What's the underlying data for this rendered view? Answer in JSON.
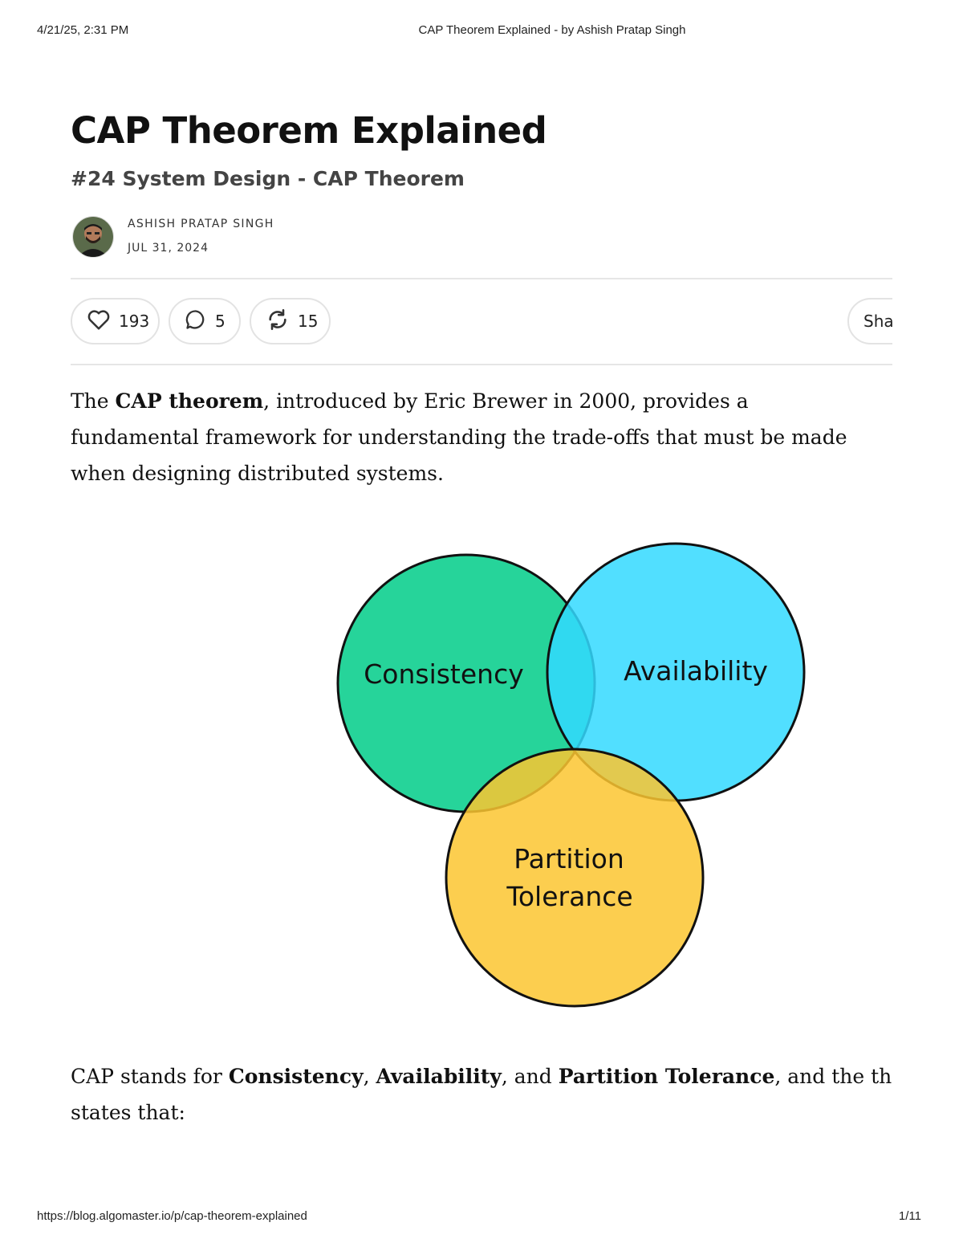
{
  "print_header": {
    "datetime": "4/21/25, 2:31 PM",
    "page_title": "CAP Theorem Explained - by Ashish Pratap Singh"
  },
  "print_footer": {
    "url": "https://blog.algomaster.io/p/cap-theorem-explained",
    "page_number": "1/11"
  },
  "article": {
    "title": "CAP Theorem Explained",
    "subtitle": "#24 System Design - CAP Theorem",
    "author": "ASHISH PRATAP SINGH",
    "date": "JUL 31, 2024"
  },
  "actions": {
    "likes": "193",
    "comments": "5",
    "restacks": "15",
    "share_label": "Share"
  },
  "paragraph1": {
    "t1": "The ",
    "b1": "CAP theorem",
    "t2": ", introduced by Eric Brewer in 2000, provides a fundamental framework for understanding the trade-offs that must be made when designing distributed systems."
  },
  "diagram": {
    "consistency": "Consistency",
    "availability": "Availability",
    "partition_line1": "Partition",
    "partition_line2": "Tolerance",
    "colors": {
      "consistency": "#00cc88",
      "availability": "#33d9ff",
      "partition": "#fcc630"
    }
  },
  "paragraph2": {
    "t1": "CAP stands for ",
    "b1": "Consistency",
    "t2": ", ",
    "b2": "Availability",
    "t3": ", and ",
    "b3": "Partition Tolerance",
    "t4": ", and the theorem",
    "t5": "states that:"
  }
}
